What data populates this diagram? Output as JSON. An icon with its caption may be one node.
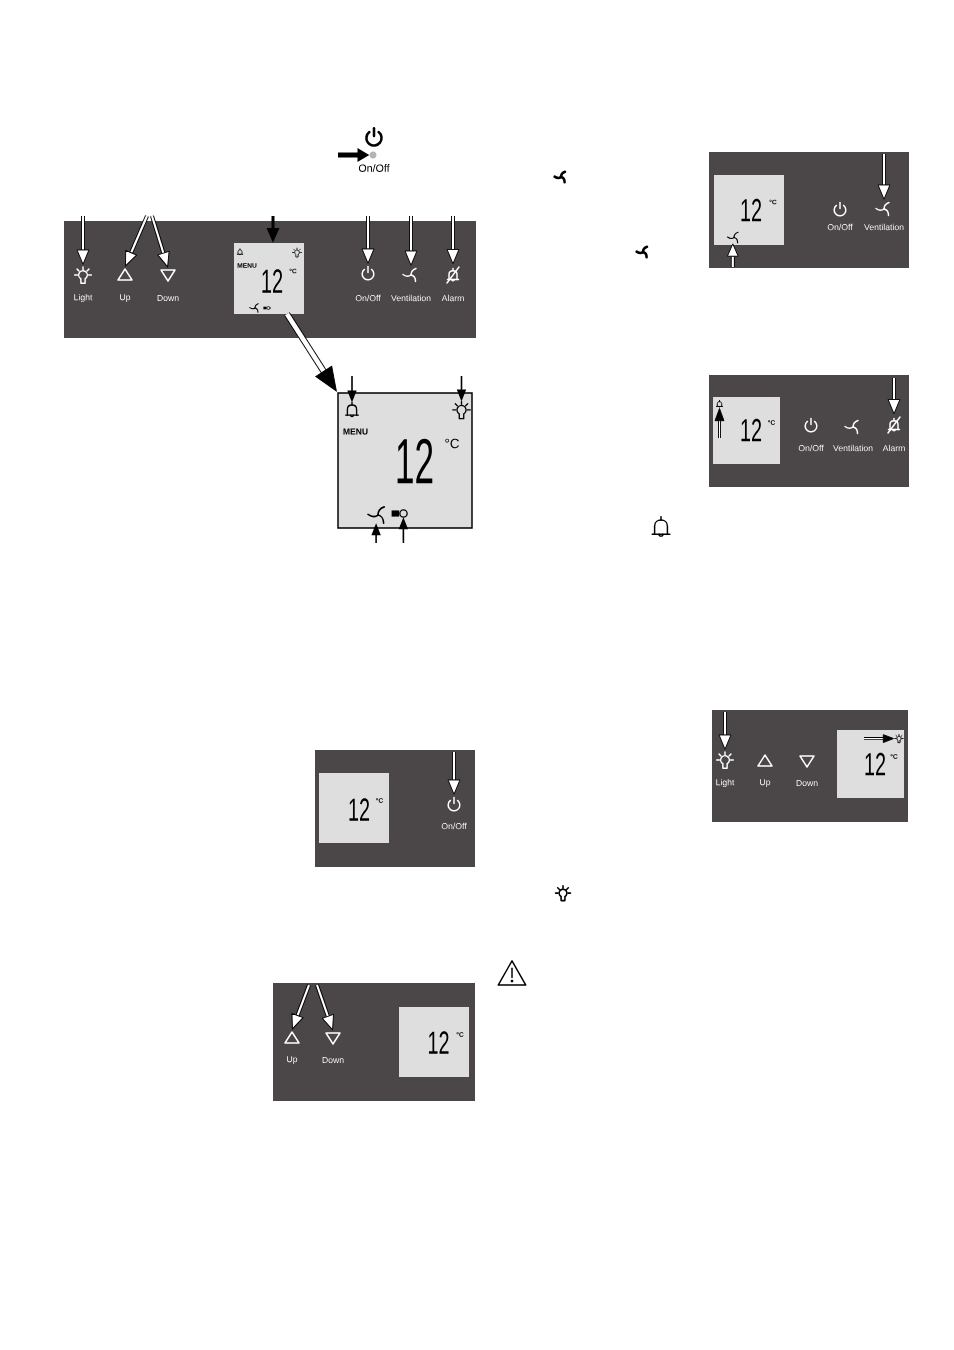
{
  "diagram": {
    "nodes": [
      {
        "text": [
          "On/Off"
        ]
      },
      {
        "text": [],
        "shape": "circle",
        "in": 0
      },
      {
        "text": [],
        "shape": "box"
      },
      {
        "text": [
          "Light"
        ],
        "in": 2
      },
      {
        "text": [
          "Up"
        ],
        "in": 2
      },
      {
        "text": [
          "Down"
        ],
        "in": 2
      },
      {
        "text": [
          "MENU",
          "12",
          "°C"
        ],
        "in": 2
      },
      {
        "text": [
          "On/Off"
        ],
        "in": 2
      },
      {
        "text": [
          "Ventilation"
        ],
        "in": 2
      },
      {
        "text": [
          "Alarm"
        ],
        "in": 2
      },
      {
        "text": [
          "MENU",
          "12",
          "°C"
        ]
      },
      {
        "text": [],
        "shape": "bell",
        "in": 10
      },
      {
        "text": [],
        "shape": "bulb",
        "in": 10
      },
      {
        "text": [],
        "shape": "fan",
        "in": 10
      },
      {
        "text": [],
        "shape": "key",
        "in": 10
      },
      {
        "text": [],
        "shape": "box"
      },
      {
        "text": [
          "12",
          "°C"
        ],
        "in": 15
      },
      {
        "text": [],
        "shape": "fan",
        "in": 16
      },
      {
        "text": [
          "On/Off"
        ],
        "in": 15
      },
      {
        "text": [
          "Ventilation"
        ],
        "in": 15
      },
      {
        "text": [],
        "shape": "box"
      },
      {
        "text": [
          "12",
          "°C"
        ],
        "in": 20
      },
      {
        "text": [],
        "shape": "bell",
        "in": 21
      },
      {
        "text": [
          "On/Off"
        ],
        "in": 20
      },
      {
        "text": [
          "Ventilation"
        ],
        "in": 20
      },
      {
        "text": [
          "Alarm"
        ],
        "in": 20
      },
      {
        "text": [],
        "shape": "box"
      },
      {
        "text": [
          "Light"
        ],
        "in": 26
      },
      {
        "text": [
          "Up"
        ],
        "in": 26
      },
      {
        "text": [
          "Down"
        ],
        "in": 26
      },
      {
        "text": [
          "12",
          "°C"
        ],
        "in": 26
      },
      {
        "text": [],
        "shape": "bulb",
        "in": 30
      },
      {
        "text": [],
        "shape": "box"
      },
      {
        "text": [
          "12",
          "°C"
        ],
        "in": 32
      },
      {
        "text": [
          "On/Off"
        ],
        "in": 32
      },
      {
        "text": [],
        "shape": "box"
      },
      {
        "text": [
          "Up"
        ],
        "in": 35
      },
      {
        "text": [
          "Down"
        ],
        "in": 35
      },
      {
        "text": [
          "12",
          "°C"
        ],
        "in": 35
      }
    ],
    "edges": [
      {
        "from": null,
        "to": 1,
        "arrow": "to",
        "color": "#000000"
      },
      {
        "from": null,
        "to": 3,
        "arrow": "to"
      },
      {
        "from": null,
        "to": 4,
        "arrow": "to"
      },
      {
        "from": null,
        "to": 5,
        "arrow": "to"
      },
      {
        "from": null,
        "to": 6,
        "arrow": "to",
        "color": "#000000"
      },
      {
        "from": null,
        "to": 7,
        "arrow": "to"
      },
      {
        "from": null,
        "to": 8,
        "arrow": "to"
      },
      {
        "from": null,
        "to": 9,
        "arrow": "to"
      },
      {
        "from": 6,
        "to": 10,
        "arrow": "to",
        "color": "#000000"
      },
      {
        "from": null,
        "to": 11,
        "arrow": "to",
        "color": "#000000"
      },
      {
        "from": null,
        "to": 12,
        "arrow": "to",
        "color": "#000000"
      },
      {
        "from": null,
        "to": 13,
        "arrow": "to",
        "color": "#000000"
      },
      {
        "from": null,
        "to": 14,
        "arrow": "to",
        "color": "#000000"
      },
      {
        "from": null,
        "to": 19,
        "arrow": "to"
      },
      {
        "from": null,
        "to": 17,
        "arrow": "to"
      },
      {
        "from": null,
        "to": 25,
        "arrow": "to"
      },
      {
        "from": null,
        "to": 22,
        "arrow": "to",
        "color": "#000000"
      },
      {
        "from": null,
        "to": 27,
        "arrow": "to"
      },
      {
        "from": null,
        "to": 31,
        "arrow": "to",
        "color": "#000000"
      },
      {
        "from": null,
        "to": 34,
        "arrow": "to"
      },
      {
        "from": null,
        "to": 36,
        "arrow": "to"
      },
      {
        "from": null,
        "to": 37,
        "arrow": "to"
      }
    ]
  }
}
